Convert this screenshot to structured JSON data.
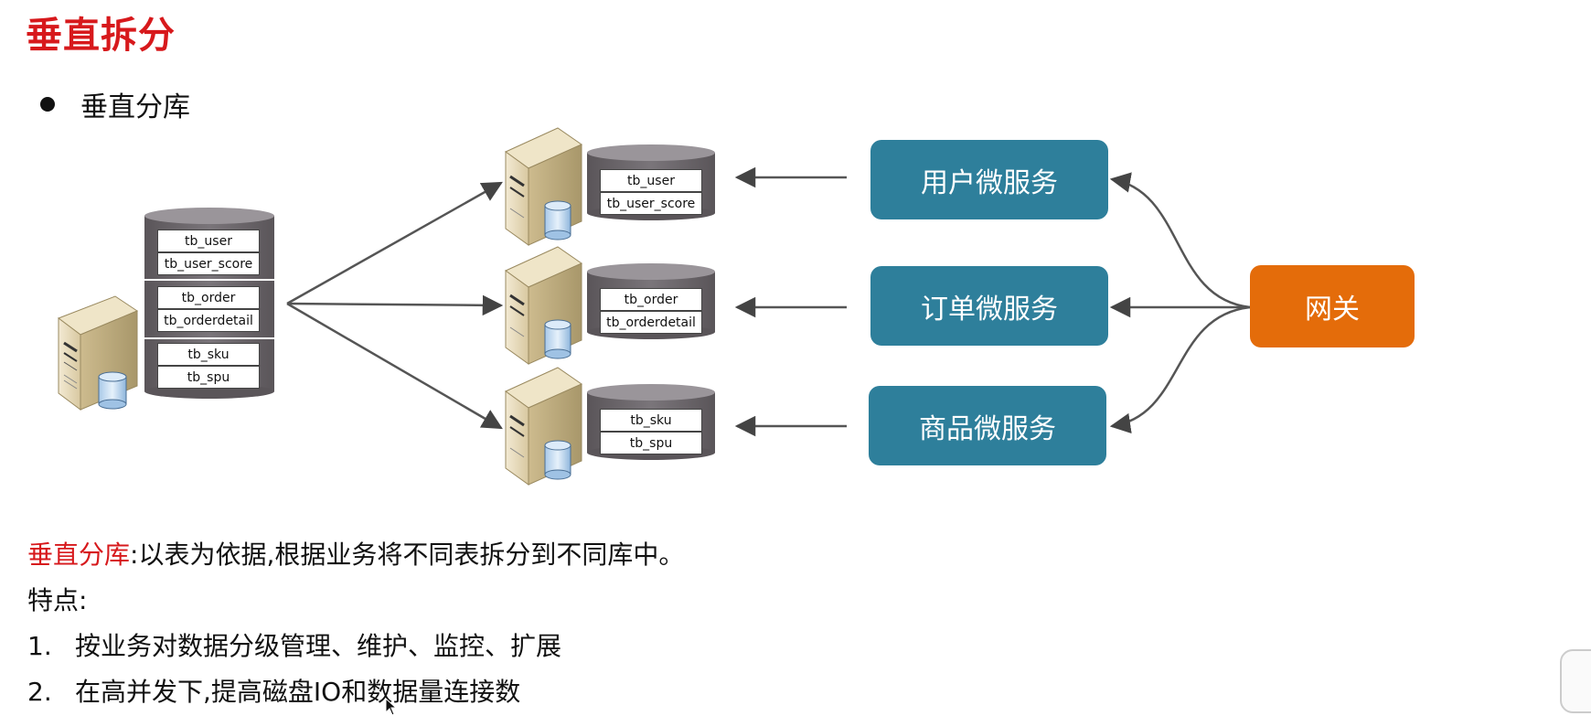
{
  "title": "垂直拆分",
  "bullet": "垂直分库",
  "source_db": {
    "groups": [
      [
        "tb_user",
        "tb_user_score"
      ],
      [
        "tb_order",
        "tb_orderdetail"
      ],
      [
        "tb_sku",
        "tb_spu"
      ]
    ]
  },
  "target_dbs": [
    {
      "tables": [
        "tb_user",
        "tb_user_score"
      ]
    },
    {
      "tables": [
        "tb_order",
        "tb_orderdetail"
      ]
    },
    {
      "tables": [
        "tb_sku",
        "tb_spu"
      ]
    }
  ],
  "services": [
    {
      "label": "用户微服务"
    },
    {
      "label": "订单微服务"
    },
    {
      "label": "商品微服务"
    }
  ],
  "gateway": {
    "label": "网关"
  },
  "colors": {
    "title_red": "#d7191c",
    "service_blue": "#2e7f9b",
    "gateway_orange": "#e46c0a",
    "cylinder_gray": "#6f6a6f",
    "server_beige": "#e8dcc0"
  },
  "description": {
    "highlight": "垂直分库",
    "text": ":以表为依据,根据业务将不同表拆分到不同库中。"
  },
  "features_label": "特点:",
  "features": [
    {
      "num": "1.",
      "text": "按业务对数据分级管理、维护、监控、扩展"
    },
    {
      "num": "2.",
      "text": "在高并发下,提高磁盘IO和数据量连接数"
    }
  ]
}
